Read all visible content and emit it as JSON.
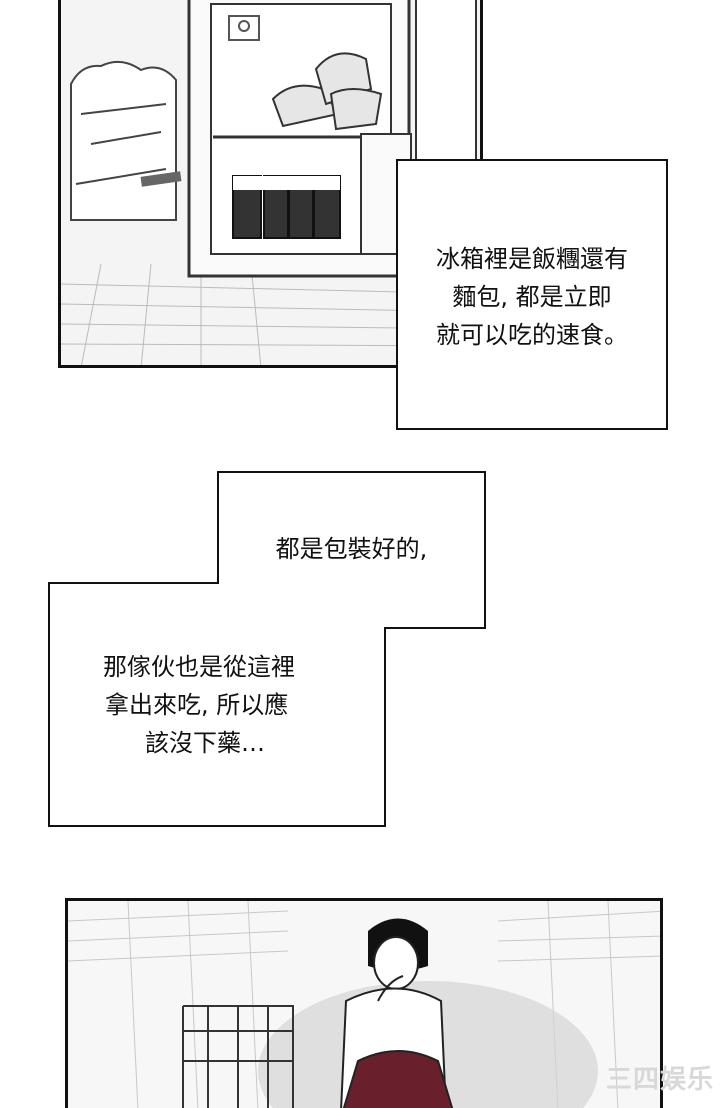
{
  "captions": {
    "fridge": [
      "冰箱裡是飯糰還有",
      "麵包, 都是立即",
      "就可以吃的速食。"
    ],
    "packaged_top": [
      "都是包裝好的,"
    ],
    "packaged_bottom": [
      "那傢伙也是從這裡",
      "拿出來吃, 所以應",
      "該沒下藥…"
    ]
  },
  "watermark": "三四娱乐"
}
